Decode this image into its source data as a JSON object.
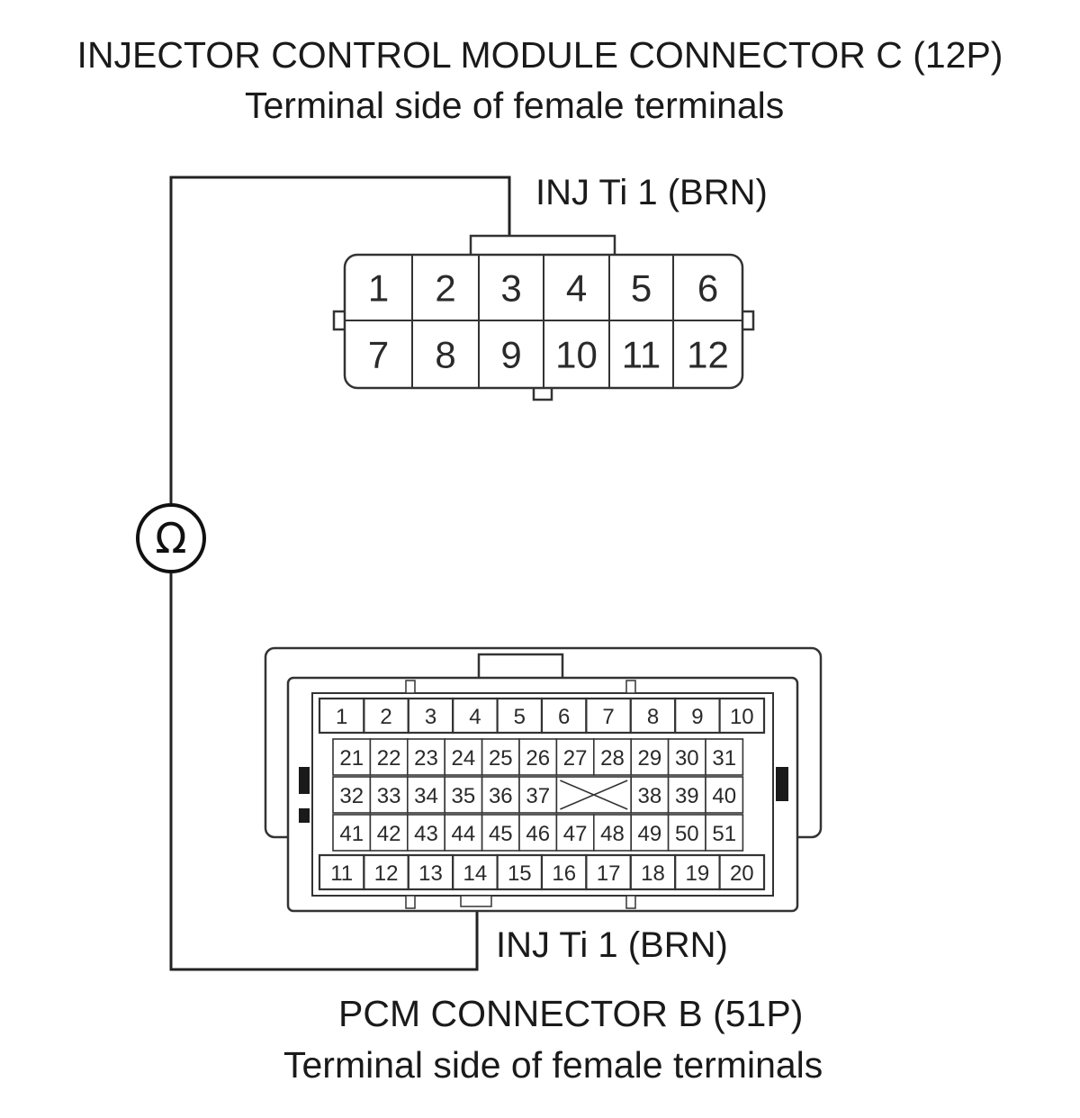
{
  "titles": {
    "top_title": "INJECTOR CONTROL MODULE CONNECTOR C (12P)",
    "top_subtitle": "Terminal side of female terminals",
    "bottom_title": "PCM CONNECTOR B (51P)",
    "bottom_subtitle": "Terminal side of female terminals"
  },
  "wires": {
    "top_label": "INJ Ti 1 (BRN)",
    "bottom_label": "INJ Ti 1 (BRN)"
  },
  "meter": {
    "symbol": "Ω",
    "icon": "ohmmeter-icon"
  },
  "connector_c": {
    "rows": [
      [
        "1",
        "2",
        "3",
        "4",
        "5",
        "6"
      ],
      [
        "7",
        "8",
        "9",
        "10",
        "11",
        "12"
      ]
    ],
    "probed_pin": "3"
  },
  "connector_b": {
    "row1": [
      "1",
      "2",
      "3",
      "4",
      "5",
      "6",
      "7",
      "8",
      "9",
      "10"
    ],
    "row2": [
      "21",
      "22",
      "23",
      "24",
      "25",
      "26",
      "27",
      "28",
      "29",
      "30",
      "31"
    ],
    "row3_left": [
      "32",
      "33",
      "34",
      "35",
      "36",
      "37"
    ],
    "row3_right": [
      "38",
      "39",
      "40"
    ],
    "row4": [
      "41",
      "42",
      "43",
      "44",
      "45",
      "46",
      "47",
      "48",
      "49",
      "50",
      "51"
    ],
    "row5": [
      "11",
      "12",
      "13",
      "14",
      "15",
      "16",
      "17",
      "18",
      "19",
      "20"
    ],
    "probed_pin": "14"
  }
}
